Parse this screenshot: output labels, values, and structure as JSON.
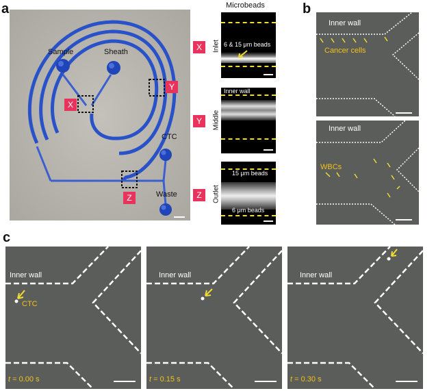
{
  "panels": {
    "a": {
      "label": "a",
      "device_labels": {
        "sample": "Sample",
        "sheath": "Sheath",
        "ctc": "CTC",
        "waste": "Waste"
      },
      "markers": {
        "x": "X",
        "y": "Y",
        "z": "Z"
      },
      "microbeads": {
        "title": "Microbeads",
        "rows": [
          {
            "marker": "X",
            "position": "Inlet",
            "annotation": "6 & 15 μm  beads"
          },
          {
            "marker": "Y",
            "position": "Middle",
            "annotation": "Inner wall"
          },
          {
            "marker": "Z",
            "position": "Outlet",
            "annotation_top": "15 μm  beads",
            "annotation_bottom": "6 μm  beads"
          }
        ]
      }
    },
    "b": {
      "label": "b",
      "top": {
        "wall": "Inner wall",
        "cells": "Cancer cells"
      },
      "bottom": {
        "wall": "Inner wall",
        "cells": "WBCs"
      }
    },
    "c": {
      "label": "c",
      "frames": [
        {
          "wall": "Inner wall",
          "cell": "CTC",
          "t_prefix": "t",
          "time": " = 0.00 s"
        },
        {
          "wall": "Inner wall",
          "t_prefix": "t",
          "time": " = 0.15 s"
        },
        {
          "wall": "Inner wall",
          "t_prefix": "t",
          "time": " = 0.30 s"
        }
      ]
    }
  },
  "colors": {
    "device_blue": "#2a52c8",
    "marker_pink": "#e8345c",
    "annotation_yellow": "#f2c218",
    "dash_yellow": "#f0dc32"
  }
}
